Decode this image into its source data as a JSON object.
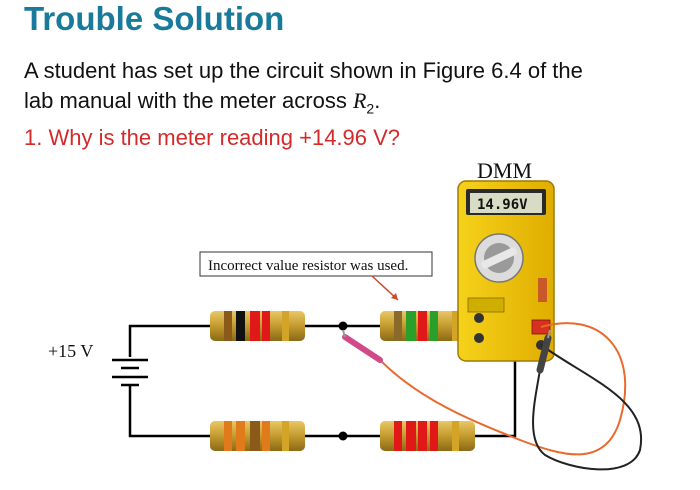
{
  "header": {
    "title": "Trouble Solution"
  },
  "description": {
    "line1": "A student has set up the circuit shown in Figure 6.4 of the",
    "line2_prefix": "lab manual with the meter across ",
    "resistor_symbol": "R",
    "resistor_subscript": "2",
    "line2_suffix": "."
  },
  "question": {
    "text": "1. Why is the meter reading +14.96 V?"
  },
  "diagram": {
    "meter_label": "DMM",
    "meter_reading": "14.96V",
    "source_label": "+15 V",
    "callout_text": "Incorrect value resistor was used.",
    "colors": {
      "wire": "#000000",
      "meter_body": "#f2c300",
      "probe_red": "#e86a2c",
      "probe_pink": "#d04a8a",
      "resistor_body": "#c9a23a"
    }
  }
}
